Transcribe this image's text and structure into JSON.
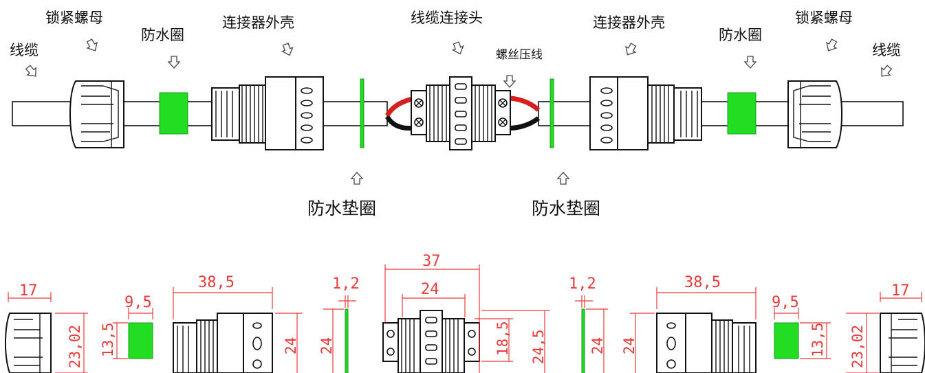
{
  "labels": {
    "cable_left": "线缆",
    "lock_nut_left": "锁紧螺母",
    "seal_ring_left": "防水圈",
    "housing_left": "连接器外壳",
    "cable_joint": "线缆连接头",
    "screw_crimp": "螺丝压线",
    "housing_right": "连接器外壳",
    "seal_ring_right": "防水圈",
    "lock_nut_right": "锁紧螺母",
    "cable_right": "线缆",
    "gasket_left": "防水垫圈",
    "gasket_right": "防水垫圈"
  },
  "dimensions": {
    "nut_left_w": "17",
    "nut_left_h": "23,02",
    "ring_left_w": "9,5",
    "ring_left_h": "13,5",
    "housing_left_w": "38,5",
    "housing_left_h": "24",
    "gasket_left_h": "24",
    "gasket_left_w": "1,2",
    "joint_total_w": "37",
    "joint_inner_w": "24",
    "joint_inner_h": "18,5",
    "joint_total_h": "24,5",
    "gasket_right_w": "1,2",
    "gasket_right_h": "24",
    "housing_right_h": "24",
    "housing_right_w": "38,5",
    "ring_right_w": "9,5",
    "ring_right_h": "13,5",
    "nut_right_h": "23,02",
    "nut_right_w": "17"
  },
  "colors": {
    "seal_green": "#22dd22",
    "dimension_red": "#e53b3b",
    "wire_red": "#d62020",
    "wire_black": "#111111"
  },
  "icons": [
    "down-arrow-icon",
    "up-arrow-icon",
    "diagonal-arrow-icon"
  ]
}
